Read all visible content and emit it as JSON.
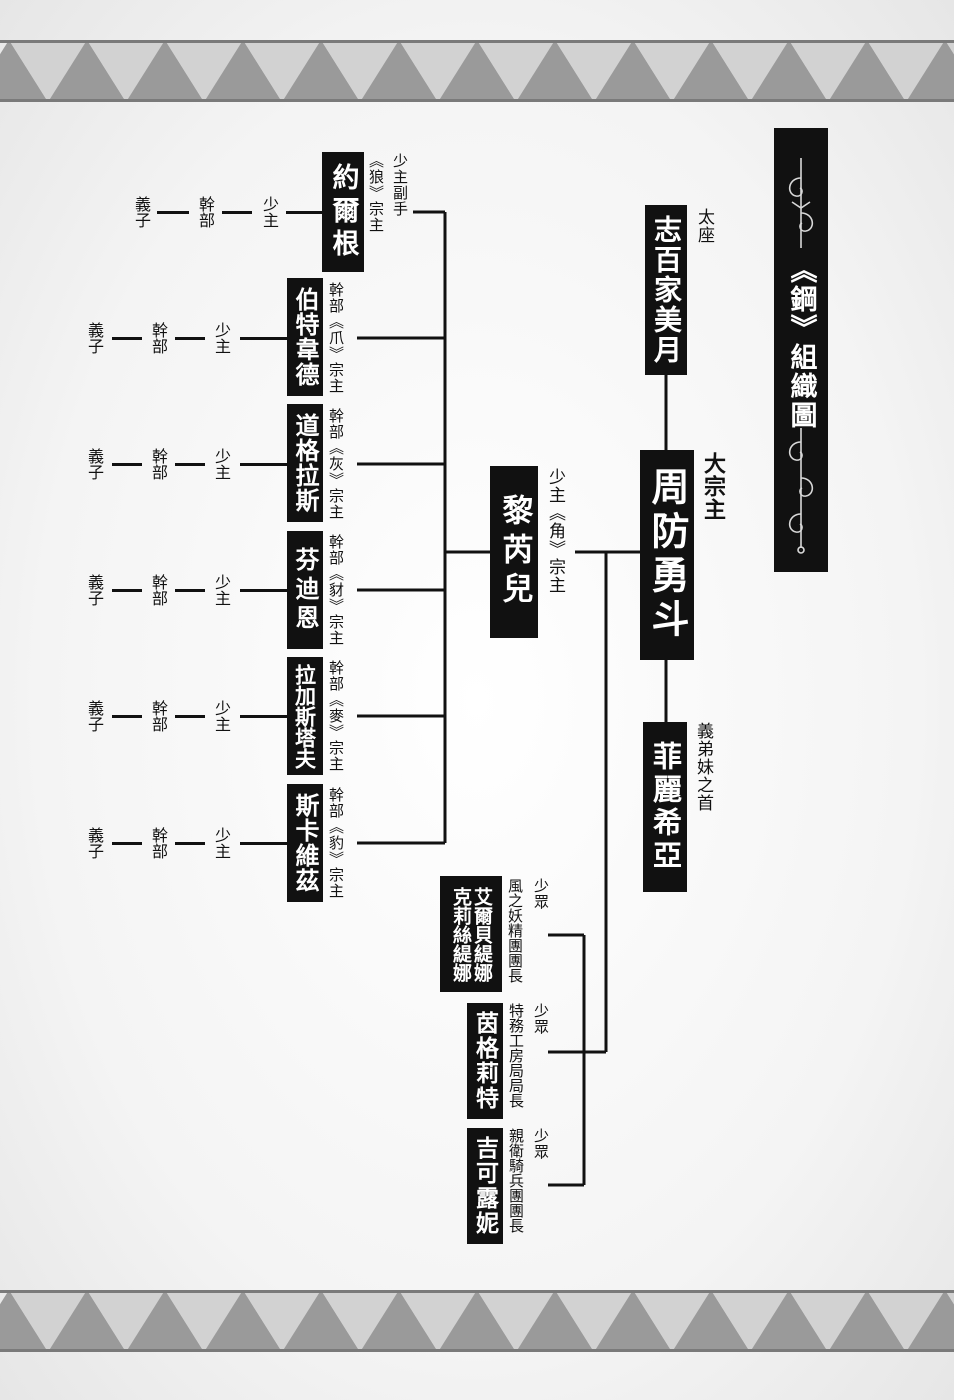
{
  "title": "《鋼》組織圖",
  "colors": {
    "ink": "#111111",
    "paper": "#f4f4f4",
    "band": "#9a9a9a"
  },
  "leader": {
    "name": "周防勇斗",
    "role": "大宗主"
  },
  "taiza": {
    "name": "志百家美月",
    "role": "太座"
  },
  "sister": {
    "name": "菲麗希亞",
    "role": "義弟妹之首"
  },
  "kaku": {
    "name": "黎芮兒",
    "role": "少主《角》宗主"
  },
  "ookami": {
    "name": "約爾根",
    "role_line1": "少主副手",
    "role_line2": "《狼》宗主"
  },
  "branches": [
    {
      "name": "伯特韋德",
      "role": "幹部《爪》宗主"
    },
    {
      "name": "道格拉斯",
      "role": "幹部《灰》宗主"
    },
    {
      "name": "芬迪恩",
      "role": "幹部《豺》宗主"
    },
    {
      "name": "拉加斯塔夫",
      "role": "幹部《麥》宗主"
    },
    {
      "name": "斯卡維茲",
      "role": "幹部《豹》宗主"
    }
  ],
  "chain": {
    "son": "義子",
    "exec": "幹部",
    "heir": "少主"
  },
  "members": [
    {
      "name_line1": "克莉絲緹娜",
      "name_line2": "艾爾貝緹娜",
      "rank": "少眾",
      "role": "風之妖精團團長"
    },
    {
      "name": "茵格莉特",
      "rank": "少眾",
      "role": "特務工房局局長"
    },
    {
      "name": "吉可露妮",
      "rank": "少眾",
      "role": "親衛騎兵團團長"
    }
  ]
}
